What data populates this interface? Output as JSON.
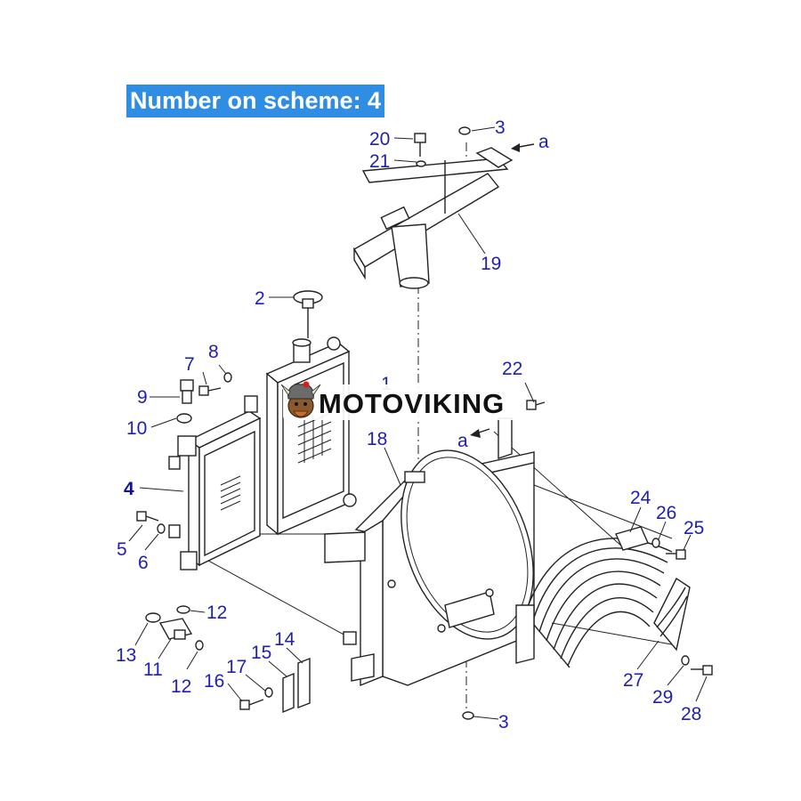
{
  "banner": {
    "text": "Number on scheme: 4"
  },
  "watermark": {
    "brand": "MOTOVIKING"
  },
  "callouts": {
    "c1": "1",
    "c2": "2",
    "c3_top": "3",
    "c3_bottom": "3",
    "c4": "4",
    "c5": "5",
    "c6": "6",
    "c7": "7",
    "c8": "8",
    "c9": "9",
    "c10": "10",
    "c11": "11",
    "c12_upper": "12",
    "c12_lower": "12",
    "c13": "13",
    "c14": "14",
    "c15": "15",
    "c16": "16",
    "c17": "17",
    "c18": "18",
    "c19": "19",
    "c20": "20",
    "c21": "21",
    "c22": "22",
    "c24": "24",
    "c25": "25",
    "c26": "26",
    "c27": "27",
    "c28": "28",
    "c29": "29",
    "arrow_a_top": "a",
    "arrow_a_mid": "a"
  },
  "colors": {
    "banner_bg": "#2f8de4",
    "callout_text": "#1f1fb4",
    "line": "#222222"
  }
}
